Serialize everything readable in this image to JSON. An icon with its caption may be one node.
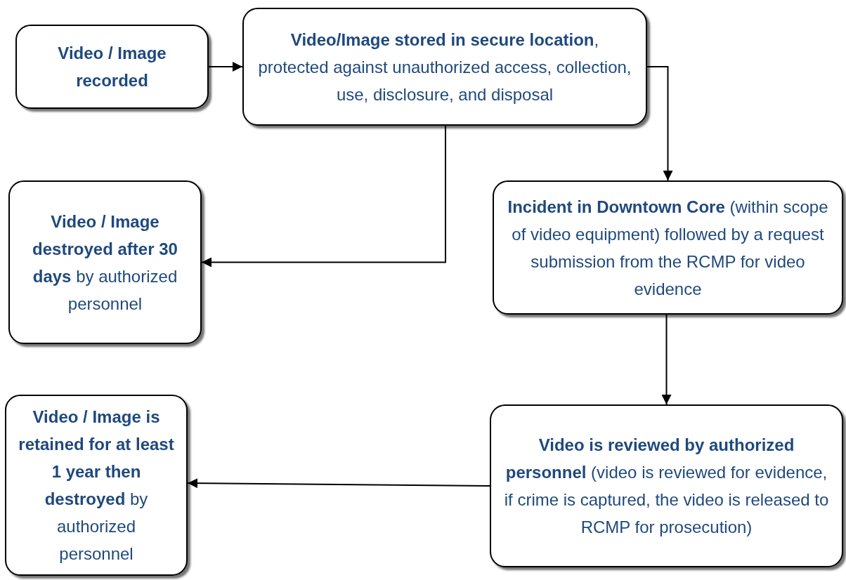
{
  "diagram": {
    "nodes": [
      {
        "text": [
          "Video / Image recorded"
        ]
      },
      {
        "text": [
          "**Video/Image stored in secure location**, protected against unauthorized access, collection, use, disclosure, and disposal"
        ]
      },
      {
        "text": [
          "**Video / Image destroyed after 30 days** by authorized personnel"
        ]
      },
      {
        "text": [
          "**Incident in Downtown Core** (within scope of video equipment) followed by a request submission from the RCMP for video evidence"
        ]
      },
      {
        "text": [
          "**Video is reviewed by authorized personnel** (video is reviewed for evidence, if crime is captured, the video is released to RCMP for prosecution)"
        ]
      },
      {
        "text": [
          "**Video / Image is retained for at least 1 year then destroyed** by authorized personnel"
        ]
      }
    ],
    "edges": [
      {
        "from": 0,
        "to": 1,
        "arrow": "to"
      },
      {
        "from": 1,
        "to": 3,
        "arrow": "to"
      },
      {
        "from": 1,
        "to": 2,
        "arrow": "to"
      },
      {
        "from": 3,
        "to": 4,
        "arrow": "to"
      },
      {
        "from": 4,
        "to": 5,
        "arrow": "to"
      }
    ]
  }
}
